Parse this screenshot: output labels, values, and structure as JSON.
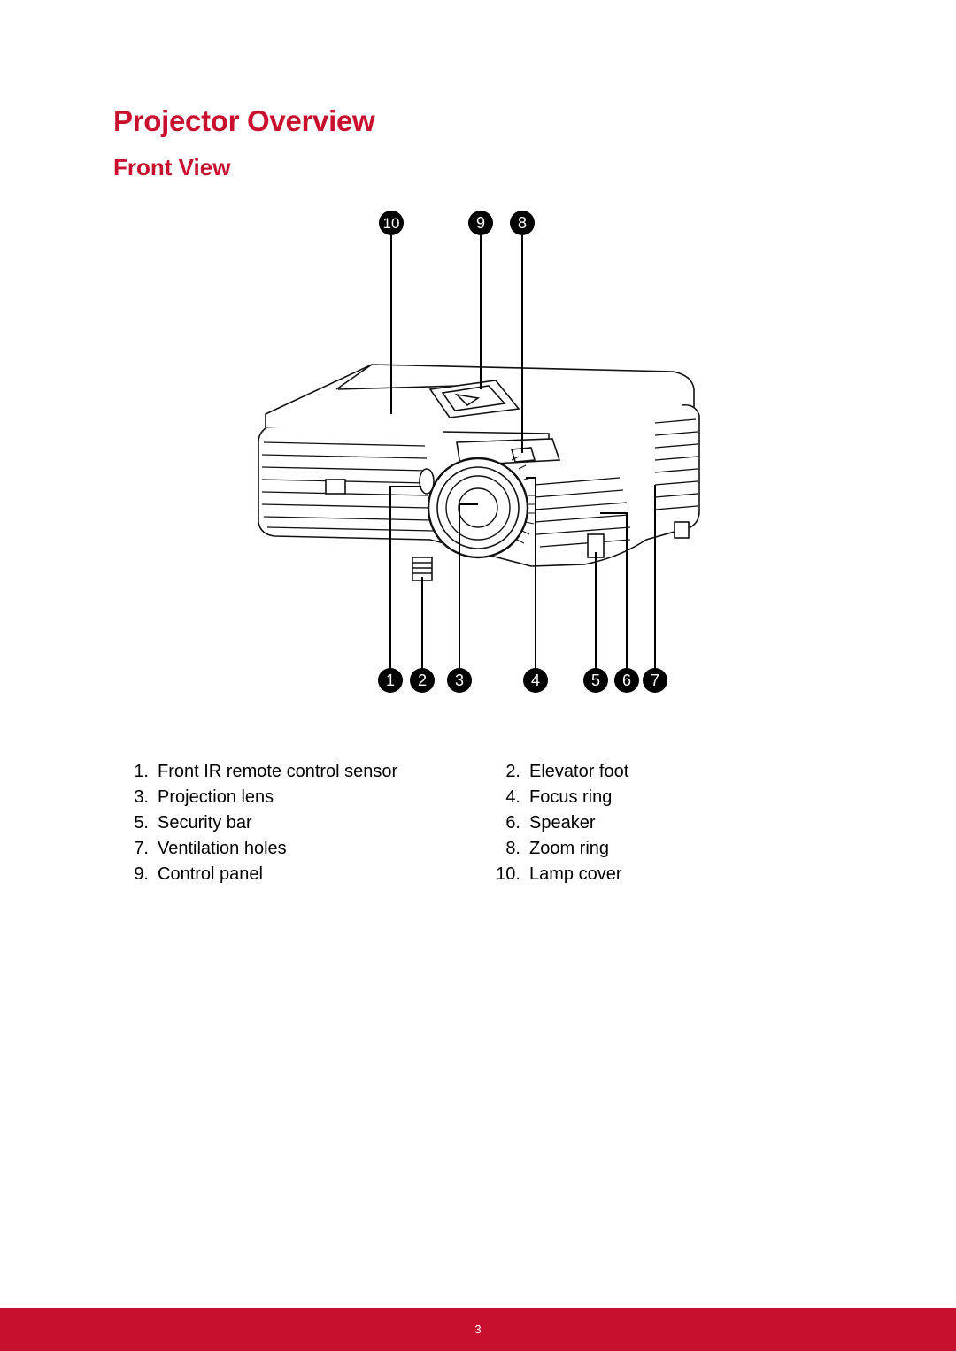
{
  "page": {
    "title": "Projector Overview",
    "section": "Front View",
    "page_number": "3"
  },
  "figure": {
    "callouts": [
      "1",
      "2",
      "3",
      "4",
      "5",
      "6",
      "7",
      "8",
      "9",
      "10"
    ]
  },
  "legend": [
    {
      "num": "1.",
      "label": "Front IR remote control sensor"
    },
    {
      "num": "2.",
      "label": "Elevator foot"
    },
    {
      "num": "3.",
      "label": "Projection lens"
    },
    {
      "num": "4.",
      "label": "Focus ring"
    },
    {
      "num": "5.",
      "label": "Security bar"
    },
    {
      "num": "6.",
      "label": "Speaker"
    },
    {
      "num": "7.",
      "label": "Ventilation holes"
    },
    {
      "num": "8.",
      "label": "Zoom ring"
    },
    {
      "num": "9.",
      "label": "Control panel"
    },
    {
      "num": "10.",
      "label": "Lamp cover"
    }
  ],
  "colors": {
    "accent": "#c8102e",
    "callout_fill": "#000000"
  }
}
